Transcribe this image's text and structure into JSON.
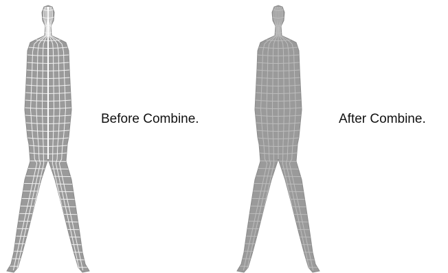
{
  "captions": {
    "before": "Before Combine.",
    "after": "After Combine."
  },
  "colors": {
    "mesh_fill": "#9a9a9a",
    "wire_before": "#f2f2f2",
    "wire_after": "#bdbdbd",
    "seam_before": "#ffffff",
    "background": "#ffffff"
  },
  "figures": [
    {
      "name": "before",
      "seam": true
    },
    {
      "name": "after",
      "seam": false
    }
  ]
}
